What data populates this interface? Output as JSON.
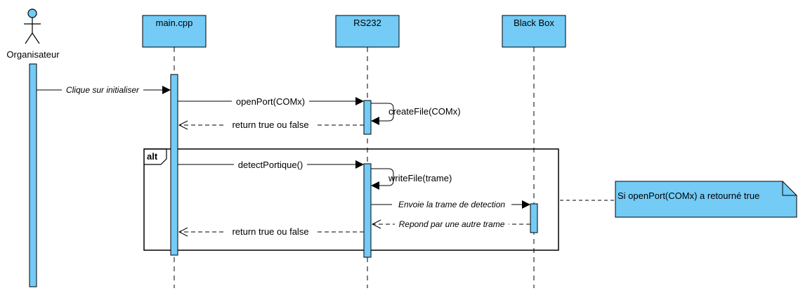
{
  "colors": {
    "fill": "#73cbf6",
    "stroke": "#000000",
    "background": "#ffffff"
  },
  "actor": {
    "name": "Organisateur",
    "icon": "stick-figure-icon"
  },
  "participants": [
    {
      "name": "main.cpp"
    },
    {
      "name": "RS232"
    },
    {
      "name": "Black Box"
    }
  ],
  "messages": [
    {
      "label": "Clique sur initialiser",
      "style": "sync",
      "from": "Organisateur",
      "to": "main.cpp"
    },
    {
      "label": "openPort(COMx)",
      "style": "sync",
      "from": "main.cpp",
      "to": "RS232"
    },
    {
      "label": "createFile(COMx)",
      "style": "self",
      "from": "RS232",
      "to": "RS232"
    },
    {
      "label": "return true ou false",
      "style": "return",
      "from": "RS232",
      "to": "main.cpp"
    },
    {
      "label": "detectPortique()",
      "style": "sync",
      "from": "main.cpp",
      "to": "RS232"
    },
    {
      "label": "writeFile(trame)",
      "style": "self",
      "from": "RS232",
      "to": "RS232"
    },
    {
      "label": "Envoie la trame de detection",
      "style": "sync",
      "from": "RS232",
      "to": "Black Box"
    },
    {
      "label": "Repond par une autre trame",
      "style": "return",
      "from": "Black Box",
      "to": "RS232"
    },
    {
      "label": "return true ou false",
      "style": "return",
      "from": "RS232",
      "to": "main.cpp"
    }
  ],
  "fragment": {
    "operator": "alt"
  },
  "note": {
    "text": "Si openPort(COMx) a retourné true"
  }
}
